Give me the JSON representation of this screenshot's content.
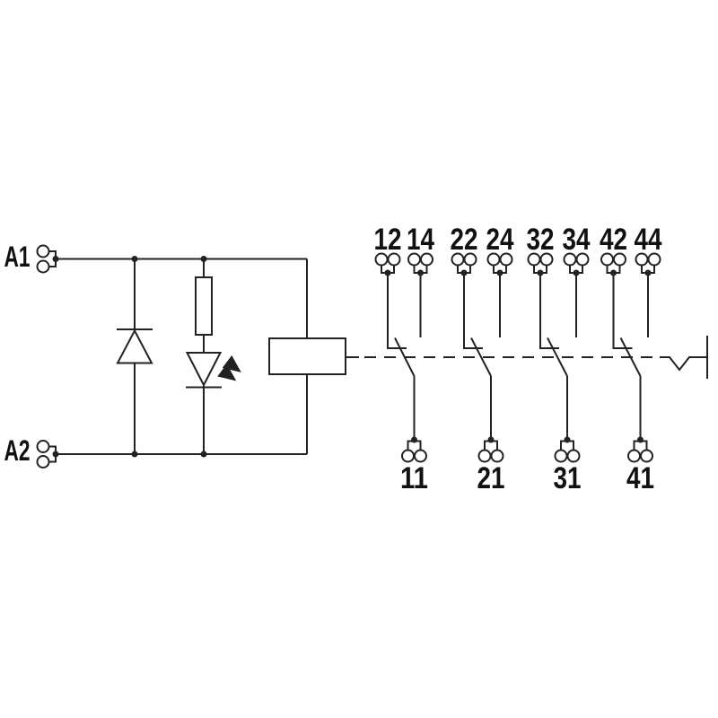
{
  "diagram": {
    "background_color": "#ffffff",
    "line_color": "#222222",
    "text_color": "#111111",
    "coil_side": {
      "terminal_a1": "A1",
      "terminal_a2": "A2",
      "symbols": [
        "diode-icon",
        "resistor-icon",
        "led-icon",
        "relay-coil-icon"
      ]
    },
    "contacts": [
      {
        "nc_label": "12",
        "no_label": "14",
        "common_label": "11"
      },
      {
        "nc_label": "22",
        "no_label": "24",
        "common_label": "21"
      },
      {
        "nc_label": "32",
        "no_label": "34",
        "common_label": "31"
      },
      {
        "nc_label": "42",
        "no_label": "44",
        "common_label": "41"
      }
    ]
  }
}
